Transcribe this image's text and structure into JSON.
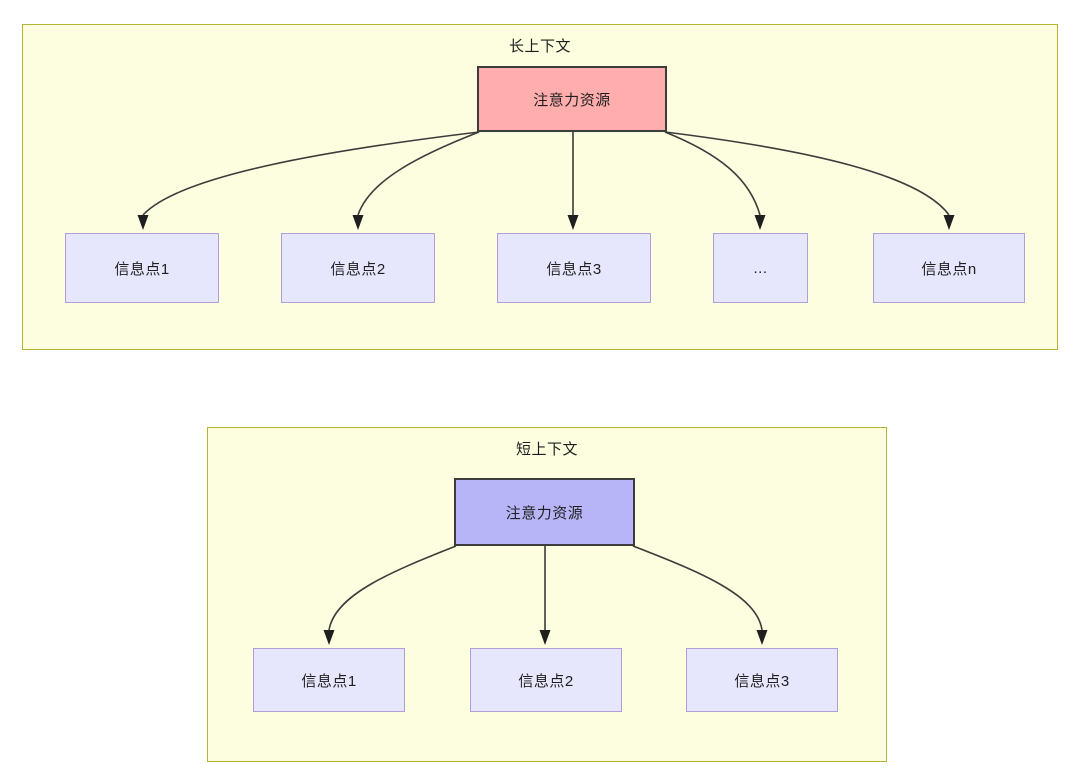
{
  "diagrams": [
    {
      "id": "long-context",
      "title": "长上下文",
      "root": {
        "label": "注意力资源",
        "fill": "#ffadad",
        "stroke": "#3c3c3c"
      },
      "children": [
        {
          "label": "信息点1"
        },
        {
          "label": "信息点2"
        },
        {
          "label": "信息点3"
        },
        {
          "label": "..."
        },
        {
          "label": "信息点n"
        }
      ]
    },
    {
      "id": "short-context",
      "title": "短上下文",
      "root": {
        "label": "注意力资源",
        "fill": "#b7b5f7",
        "stroke": "#3c3c3c"
      },
      "children": [
        {
          "label": "信息点1"
        },
        {
          "label": "信息点2"
        },
        {
          "label": "信息点3"
        }
      ]
    }
  ],
  "colors": {
    "panel_fill": "#fdfddf",
    "panel_border": "#b5b535",
    "info_fill": "#e6e6fc",
    "info_border": "#b39ddb",
    "attention_long_fill": "#ffadad",
    "attention_short_fill": "#b7b5f7",
    "node_border_dark": "#3c3c3c",
    "edge_stroke": "#3c3c3c",
    "text": "#1f1f1f"
  }
}
